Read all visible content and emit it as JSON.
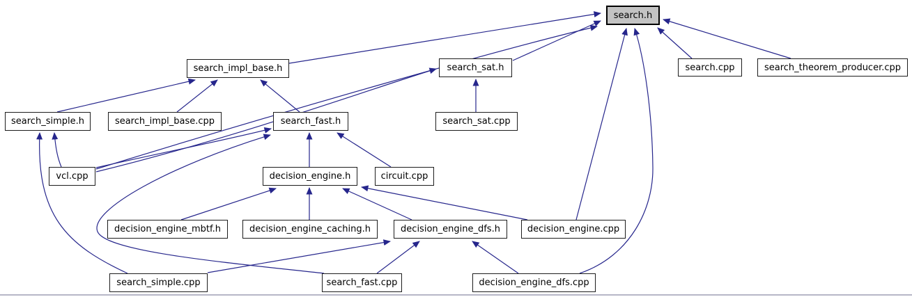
{
  "diagram": {
    "type": "include-dependency-graph",
    "root": "search.h",
    "colors": {
      "edge": "#26268c",
      "node_fill": "#ffffff",
      "node_border": "#1c1c1c",
      "highlight_fill": "#c3c3c3",
      "background": "#ffffff",
      "divider": "#b6b6c6"
    },
    "nodes": [
      {
        "id": "search_h",
        "label": "search.h",
        "highlighted": true
      },
      {
        "id": "search_impl_base_h",
        "label": "search_impl_base.h",
        "highlighted": false
      },
      {
        "id": "search_sat_h",
        "label": "search_sat.h",
        "highlighted": false
      },
      {
        "id": "search_cpp",
        "label": "search.cpp",
        "highlighted": false
      },
      {
        "id": "search_theorem_producer_cpp",
        "label": "search_theorem_producer.cpp",
        "highlighted": false
      },
      {
        "id": "search_simple_h",
        "label": "search_simple.h",
        "highlighted": false
      },
      {
        "id": "search_impl_base_cpp",
        "label": "search_impl_base.cpp",
        "highlighted": false
      },
      {
        "id": "search_fast_h",
        "label": "search_fast.h",
        "highlighted": false
      },
      {
        "id": "search_sat_cpp",
        "label": "search_sat.cpp",
        "highlighted": false
      },
      {
        "id": "vcl_cpp",
        "label": "vcl.cpp",
        "highlighted": false
      },
      {
        "id": "decision_engine_h",
        "label": "decision_engine.h",
        "highlighted": false
      },
      {
        "id": "circuit_cpp",
        "label": "circuit.cpp",
        "highlighted": false
      },
      {
        "id": "decision_engine_mbtf_h",
        "label": "decision_engine_mbtf.h",
        "highlighted": false
      },
      {
        "id": "decision_engine_caching_h",
        "label": "decision_engine_caching.h",
        "highlighted": false
      },
      {
        "id": "decision_engine_dfs_h",
        "label": "decision_engine_dfs.h",
        "highlighted": false
      },
      {
        "id": "decision_engine_cpp",
        "label": "decision_engine.cpp",
        "highlighted": false
      },
      {
        "id": "search_simple_cpp",
        "label": "search_simple.cpp",
        "highlighted": false
      },
      {
        "id": "search_fast_cpp",
        "label": "search_fast.cpp",
        "highlighted": false
      },
      {
        "id": "decision_engine_dfs_cpp",
        "label": "decision_engine_dfs.cpp",
        "highlighted": false
      }
    ],
    "edges": [
      {
        "from": "search_impl_base_h",
        "to": "search_h"
      },
      {
        "from": "search_sat_h",
        "to": "search_h"
      },
      {
        "from": "search_cpp",
        "to": "search_h"
      },
      {
        "from": "search_theorem_producer_cpp",
        "to": "search_h"
      },
      {
        "from": "vcl_cpp",
        "to": "search_h"
      },
      {
        "from": "decision_engine_cpp",
        "to": "search_h"
      },
      {
        "from": "decision_engine_dfs_cpp",
        "to": "search_h"
      },
      {
        "from": "search_simple_h",
        "to": "search_impl_base_h"
      },
      {
        "from": "search_impl_base_cpp",
        "to": "search_impl_base_h"
      },
      {
        "from": "search_fast_h",
        "to": "search_impl_base_h"
      },
      {
        "from": "search_sat_cpp",
        "to": "search_sat_h"
      },
      {
        "from": "vcl_cpp",
        "to": "search_sat_h"
      },
      {
        "from": "vcl_cpp",
        "to": "search_simple_h"
      },
      {
        "from": "search_simple_cpp",
        "to": "search_simple_h"
      },
      {
        "from": "vcl_cpp",
        "to": "search_fast_h"
      },
      {
        "from": "search_fast_cpp",
        "to": "search_fast_h"
      },
      {
        "from": "decision_engine_h",
        "to": "search_fast_h"
      },
      {
        "from": "circuit_cpp",
        "to": "search_fast_h"
      },
      {
        "from": "decision_engine_mbtf_h",
        "to": "decision_engine_h"
      },
      {
        "from": "decision_engine_caching_h",
        "to": "decision_engine_h"
      },
      {
        "from": "decision_engine_dfs_h",
        "to": "decision_engine_h"
      },
      {
        "from": "decision_engine_cpp",
        "to": "decision_engine_h"
      },
      {
        "from": "search_fast_cpp",
        "to": "decision_engine_dfs_h"
      },
      {
        "from": "decision_engine_dfs_cpp",
        "to": "decision_engine_dfs_h"
      },
      {
        "from": "search_simple_cpp",
        "to": "decision_engine_dfs_h"
      }
    ]
  }
}
